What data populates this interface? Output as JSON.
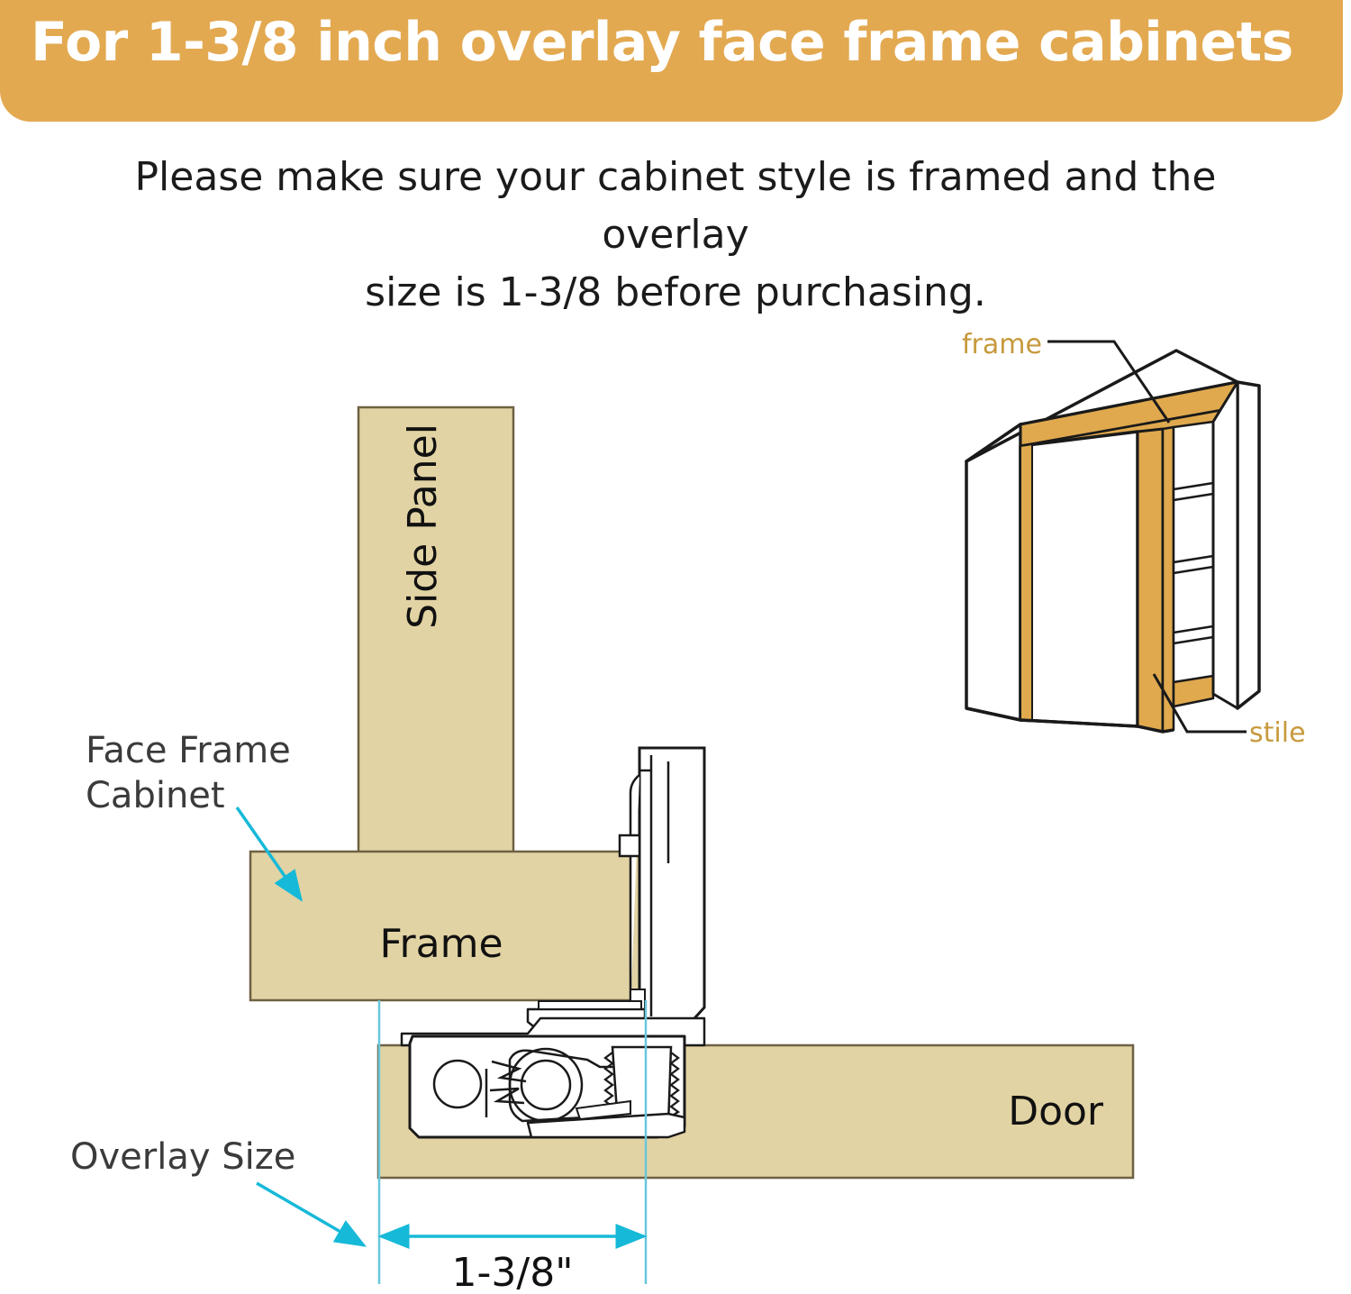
{
  "banner": {
    "title": "For 1-3/8 inch overlay face frame cabinets",
    "bg_color": "#e3a951",
    "text_color": "#ffffff"
  },
  "subtitle": {
    "line1": "Please make sure your cabinet style is framed and the overlay",
    "line2": "size is 1-3/8 before purchasing."
  },
  "colors": {
    "wood_fill": "#e2d3a4",
    "wood_stroke": "#6e6143",
    "frame_gold": "#e0a94e",
    "callout_cyan": "#16b9d8",
    "label_gray": "#3b3b3b",
    "label_gold": "#c79a3c",
    "outline_black": "#1a1a1a",
    "hinge_fill": "#ffffff"
  },
  "section_view": {
    "side_panel_label": "Side Panel",
    "frame_label": "Frame",
    "door_label": "Door",
    "face_frame_callout_line1": "Face Frame",
    "face_frame_callout_line2": "Cabinet",
    "overlay_callout": "Overlay Size",
    "dimension_value": "1-3/8\""
  },
  "iso_view": {
    "frame_label": "frame",
    "stile_label": "stile"
  }
}
